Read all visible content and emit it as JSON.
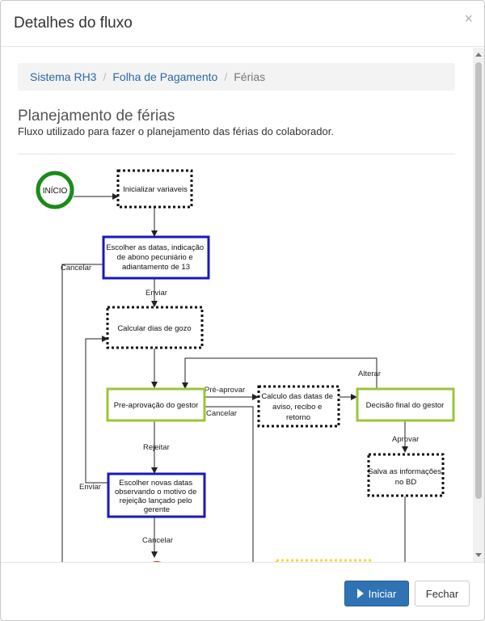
{
  "modal": {
    "title": "Detalhes do fluxo",
    "close_symbol": "×"
  },
  "breadcrumb": {
    "items": [
      "Sistema RH3",
      "Folha de Pagamento"
    ],
    "separator": "/",
    "active": "Férias"
  },
  "content": {
    "title": "Planejamento de férias",
    "description": "Fluxo utilizado para fazer o planejamento das férias do colaborador."
  },
  "diagram": {
    "nodes": {
      "inicio": "INÍCIO",
      "inicializar": "Inicializar variaveis",
      "escolher_datas": [
        "Escolher as datas, indicação",
        "de abono pecuniário e",
        "adiantamento de 13"
      ],
      "calcular": "Calcular dias de gozo",
      "pre_aprovacao": "Pre-aprovação do gestor",
      "calculo_datas": [
        "Calculo das datas de",
        "aviso, recibo e",
        "retorno"
      ],
      "decisao": "Decisão final do gestor",
      "escolher_novas": [
        "Escolher novas datas",
        "observando o motivo de",
        "rejeição lançado pelo",
        "gerente"
      ],
      "salva": [
        "Salva as informações",
        "no BD"
      ]
    },
    "edges": {
      "enviar_1": "Enviar",
      "cancelar_1": "Cancelar",
      "pre_aprovar": "Pré-aprovar",
      "cancelar_2": "Cancelar",
      "alterar": "Alterar",
      "rejeitar": "Rejeitar",
      "aprovar": "Aprovar",
      "enviar_2": "Enviar",
      "cancelar_3": "Cancelar"
    },
    "colors": {
      "start": "#1b8a1b",
      "user_task": "#1a1ab8",
      "decision": "#9cc43a",
      "service": "#000000",
      "end": "#d42020",
      "pending": "#f0d93a"
    }
  },
  "footer": {
    "primary_label": "Iniciar",
    "secondary_label": "Fechar"
  }
}
